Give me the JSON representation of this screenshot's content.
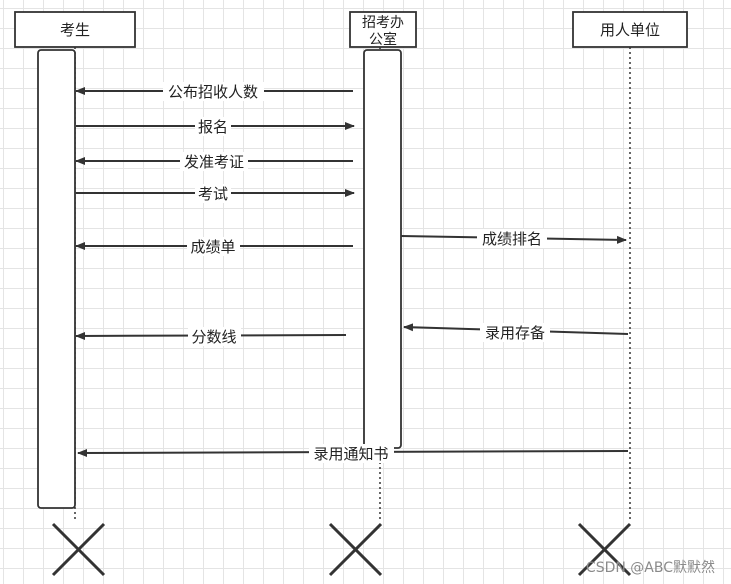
{
  "participants": [
    {
      "id": "candidate",
      "label": "考生"
    },
    {
      "id": "office",
      "label_lines": [
        "招考办",
        "公室"
      ]
    },
    {
      "id": "employer",
      "label": "用人单位"
    }
  ],
  "messages": [
    {
      "id": "publish-quota",
      "label": "公布招收人数"
    },
    {
      "id": "register",
      "label": "报名"
    },
    {
      "id": "issue-admission",
      "label": "发准考证"
    },
    {
      "id": "exam",
      "label": "考试"
    },
    {
      "id": "score-sheet",
      "label": "成绩单"
    },
    {
      "id": "ranking",
      "label": "成绩排名"
    },
    {
      "id": "hiring-record",
      "label": "录用存备"
    },
    {
      "id": "cutoff-line",
      "label": "分数线"
    },
    {
      "id": "hiring-notice",
      "label": "录用通知书"
    }
  ],
  "watermark": "CSDN @ABC默默然",
  "colors": {
    "line": "#333333",
    "text": "#222222",
    "grid": "#e4e4e4",
    "watermark": "#8a8a8a"
  }
}
